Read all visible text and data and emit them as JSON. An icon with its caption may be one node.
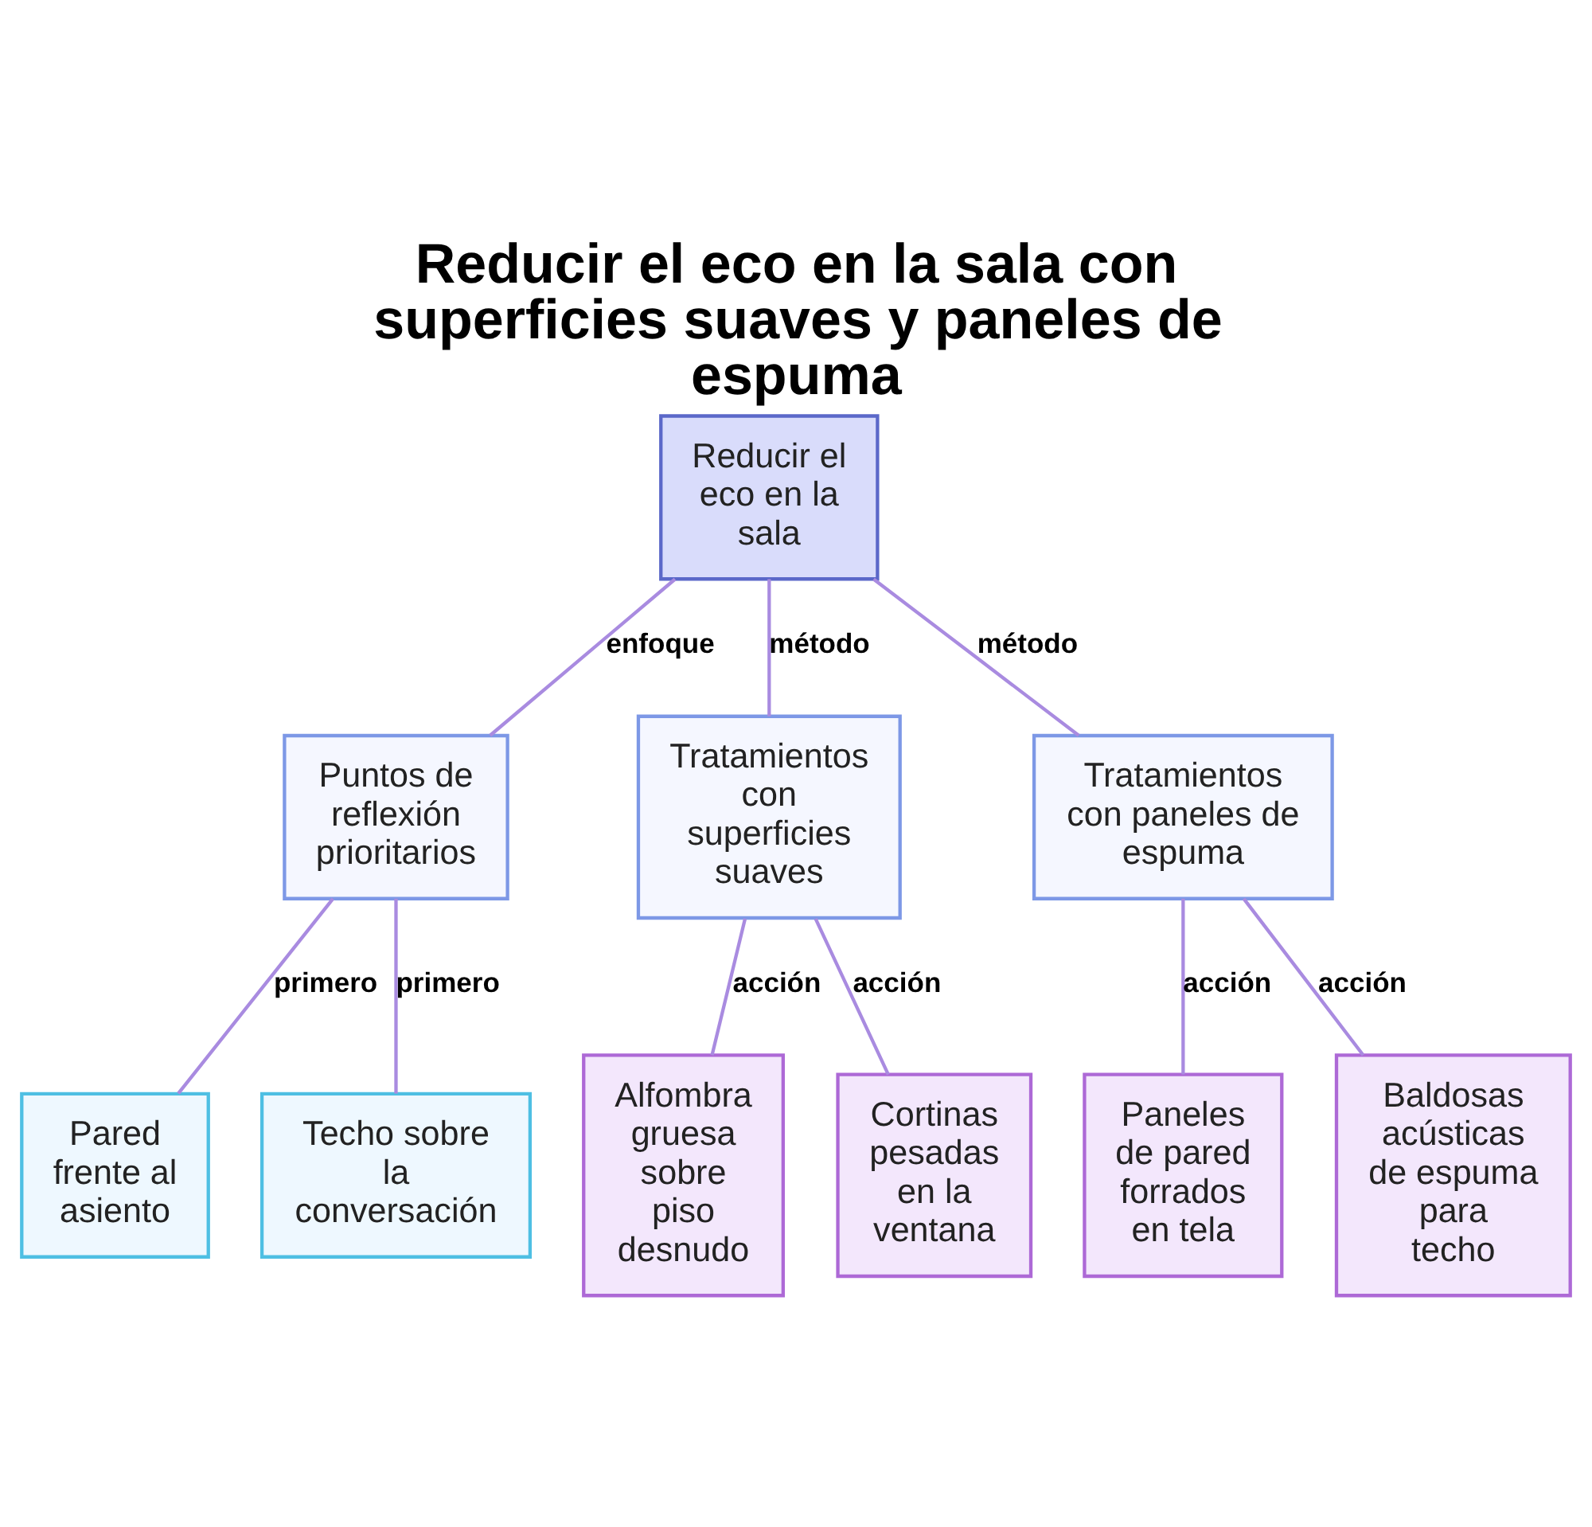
{
  "diagram": {
    "title": "Reducir el eco en la sala con superficies suaves y paneles de espuma",
    "nodes": [
      {
        "text": [
          "Reducir el eco en la sala"
        ]
      },
      {
        "text": [
          "Puntos de reflexión prioritarios"
        ]
      },
      {
        "text": [
          "Tratamientos con superficies suaves"
        ]
      },
      {
        "text": [
          "Tratamientos con paneles de espuma"
        ]
      },
      {
        "text": [
          "Pared frente al asiento"
        ]
      },
      {
        "text": [
          "Techo sobre la conversación"
        ]
      },
      {
        "text": [
          "Alfombra gruesa sobre piso desnudo"
        ]
      },
      {
        "text": [
          "Cortinas pesadas en la ventana"
        ]
      },
      {
        "text": [
          "Paneles de pared forrados en tela"
        ]
      },
      {
        "text": [
          "Baldosas acústicas de espuma para techo"
        ]
      }
    ],
    "edges": [
      {
        "from": 0,
        "to": 1,
        "arrow": "none",
        "label": "enfoque"
      },
      {
        "from": 0,
        "to": 2,
        "arrow": "none",
        "label": "método"
      },
      {
        "from": 0,
        "to": 3,
        "arrow": "none",
        "label": "método"
      },
      {
        "from": 1,
        "to": 4,
        "arrow": "none",
        "label": "primero"
      },
      {
        "from": 1,
        "to": 5,
        "arrow": "none",
        "label": "primero"
      },
      {
        "from": 2,
        "to": 6,
        "arrow": "none",
        "label": "acción"
      },
      {
        "from": 2,
        "to": 7,
        "arrow": "none",
        "label": "acción"
      },
      {
        "from": 3,
        "to": 8,
        "arrow": "none",
        "label": "acción"
      },
      {
        "from": 3,
        "to": 9,
        "arrow": "none",
        "label": "acción"
      }
    ]
  }
}
